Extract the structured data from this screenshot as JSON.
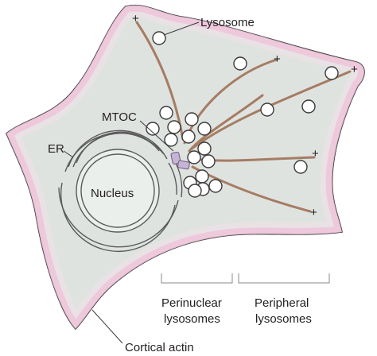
{
  "labels": {
    "lysosome": "Lysosome",
    "mtoc": "MTOC",
    "er": "ER",
    "nucleus": "Nucleus",
    "cortical_actin": "Cortical actin",
    "perinuclear_line1": "Perinuclear",
    "perinuclear_line2": "lysosomes",
    "peripheral_line1": "Peripheral",
    "peripheral_line2": "lysosomes"
  },
  "plus_marks": [
    "+",
    "+",
    "+",
    "+",
    "+"
  ],
  "colors": {
    "cell_fill": "#dfe3e0",
    "cell_outline": "#3a3a3a",
    "cortical_actin": "#e9a7c9",
    "microtubule": "#a57c63",
    "mtoc": "#c6b4d6",
    "lysosome_fill": "#ffffff",
    "er_stroke": "#5a5a5a"
  }
}
